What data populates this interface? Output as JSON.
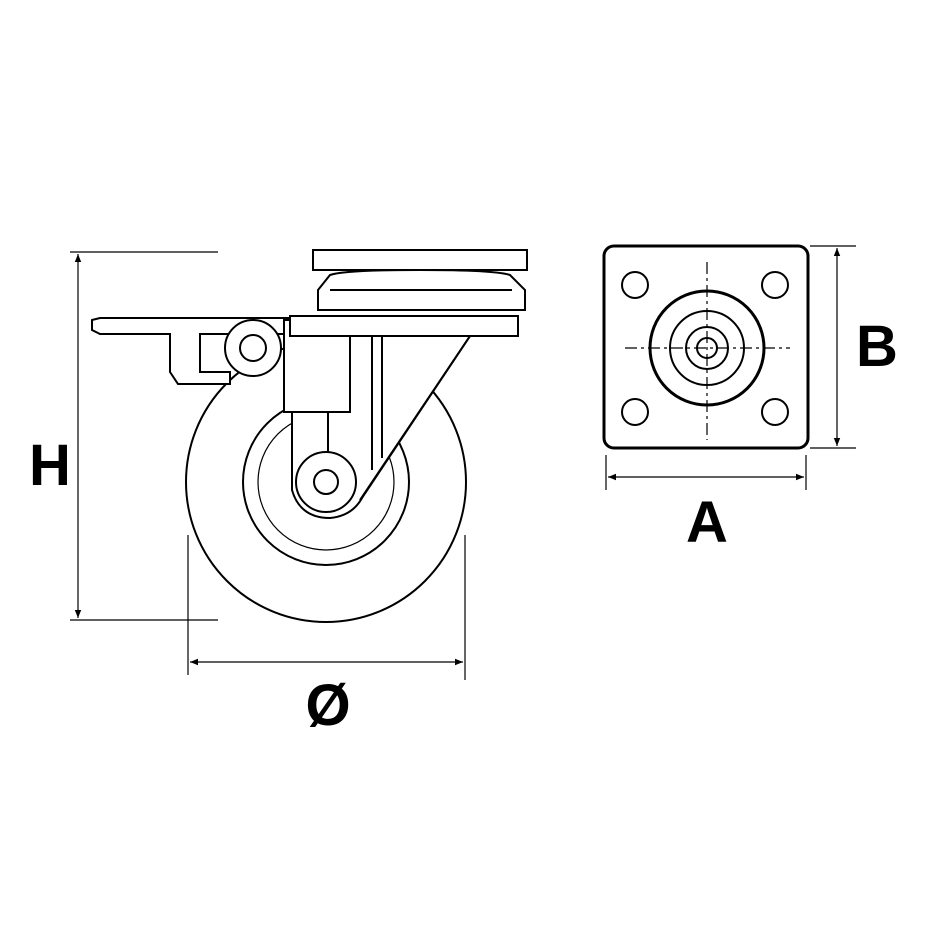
{
  "labels": {
    "height": "H",
    "diameter": "Ø",
    "plate_width": "A",
    "plate_length": "B"
  },
  "colors": {
    "line": "#000000",
    "background": "#ffffff"
  }
}
